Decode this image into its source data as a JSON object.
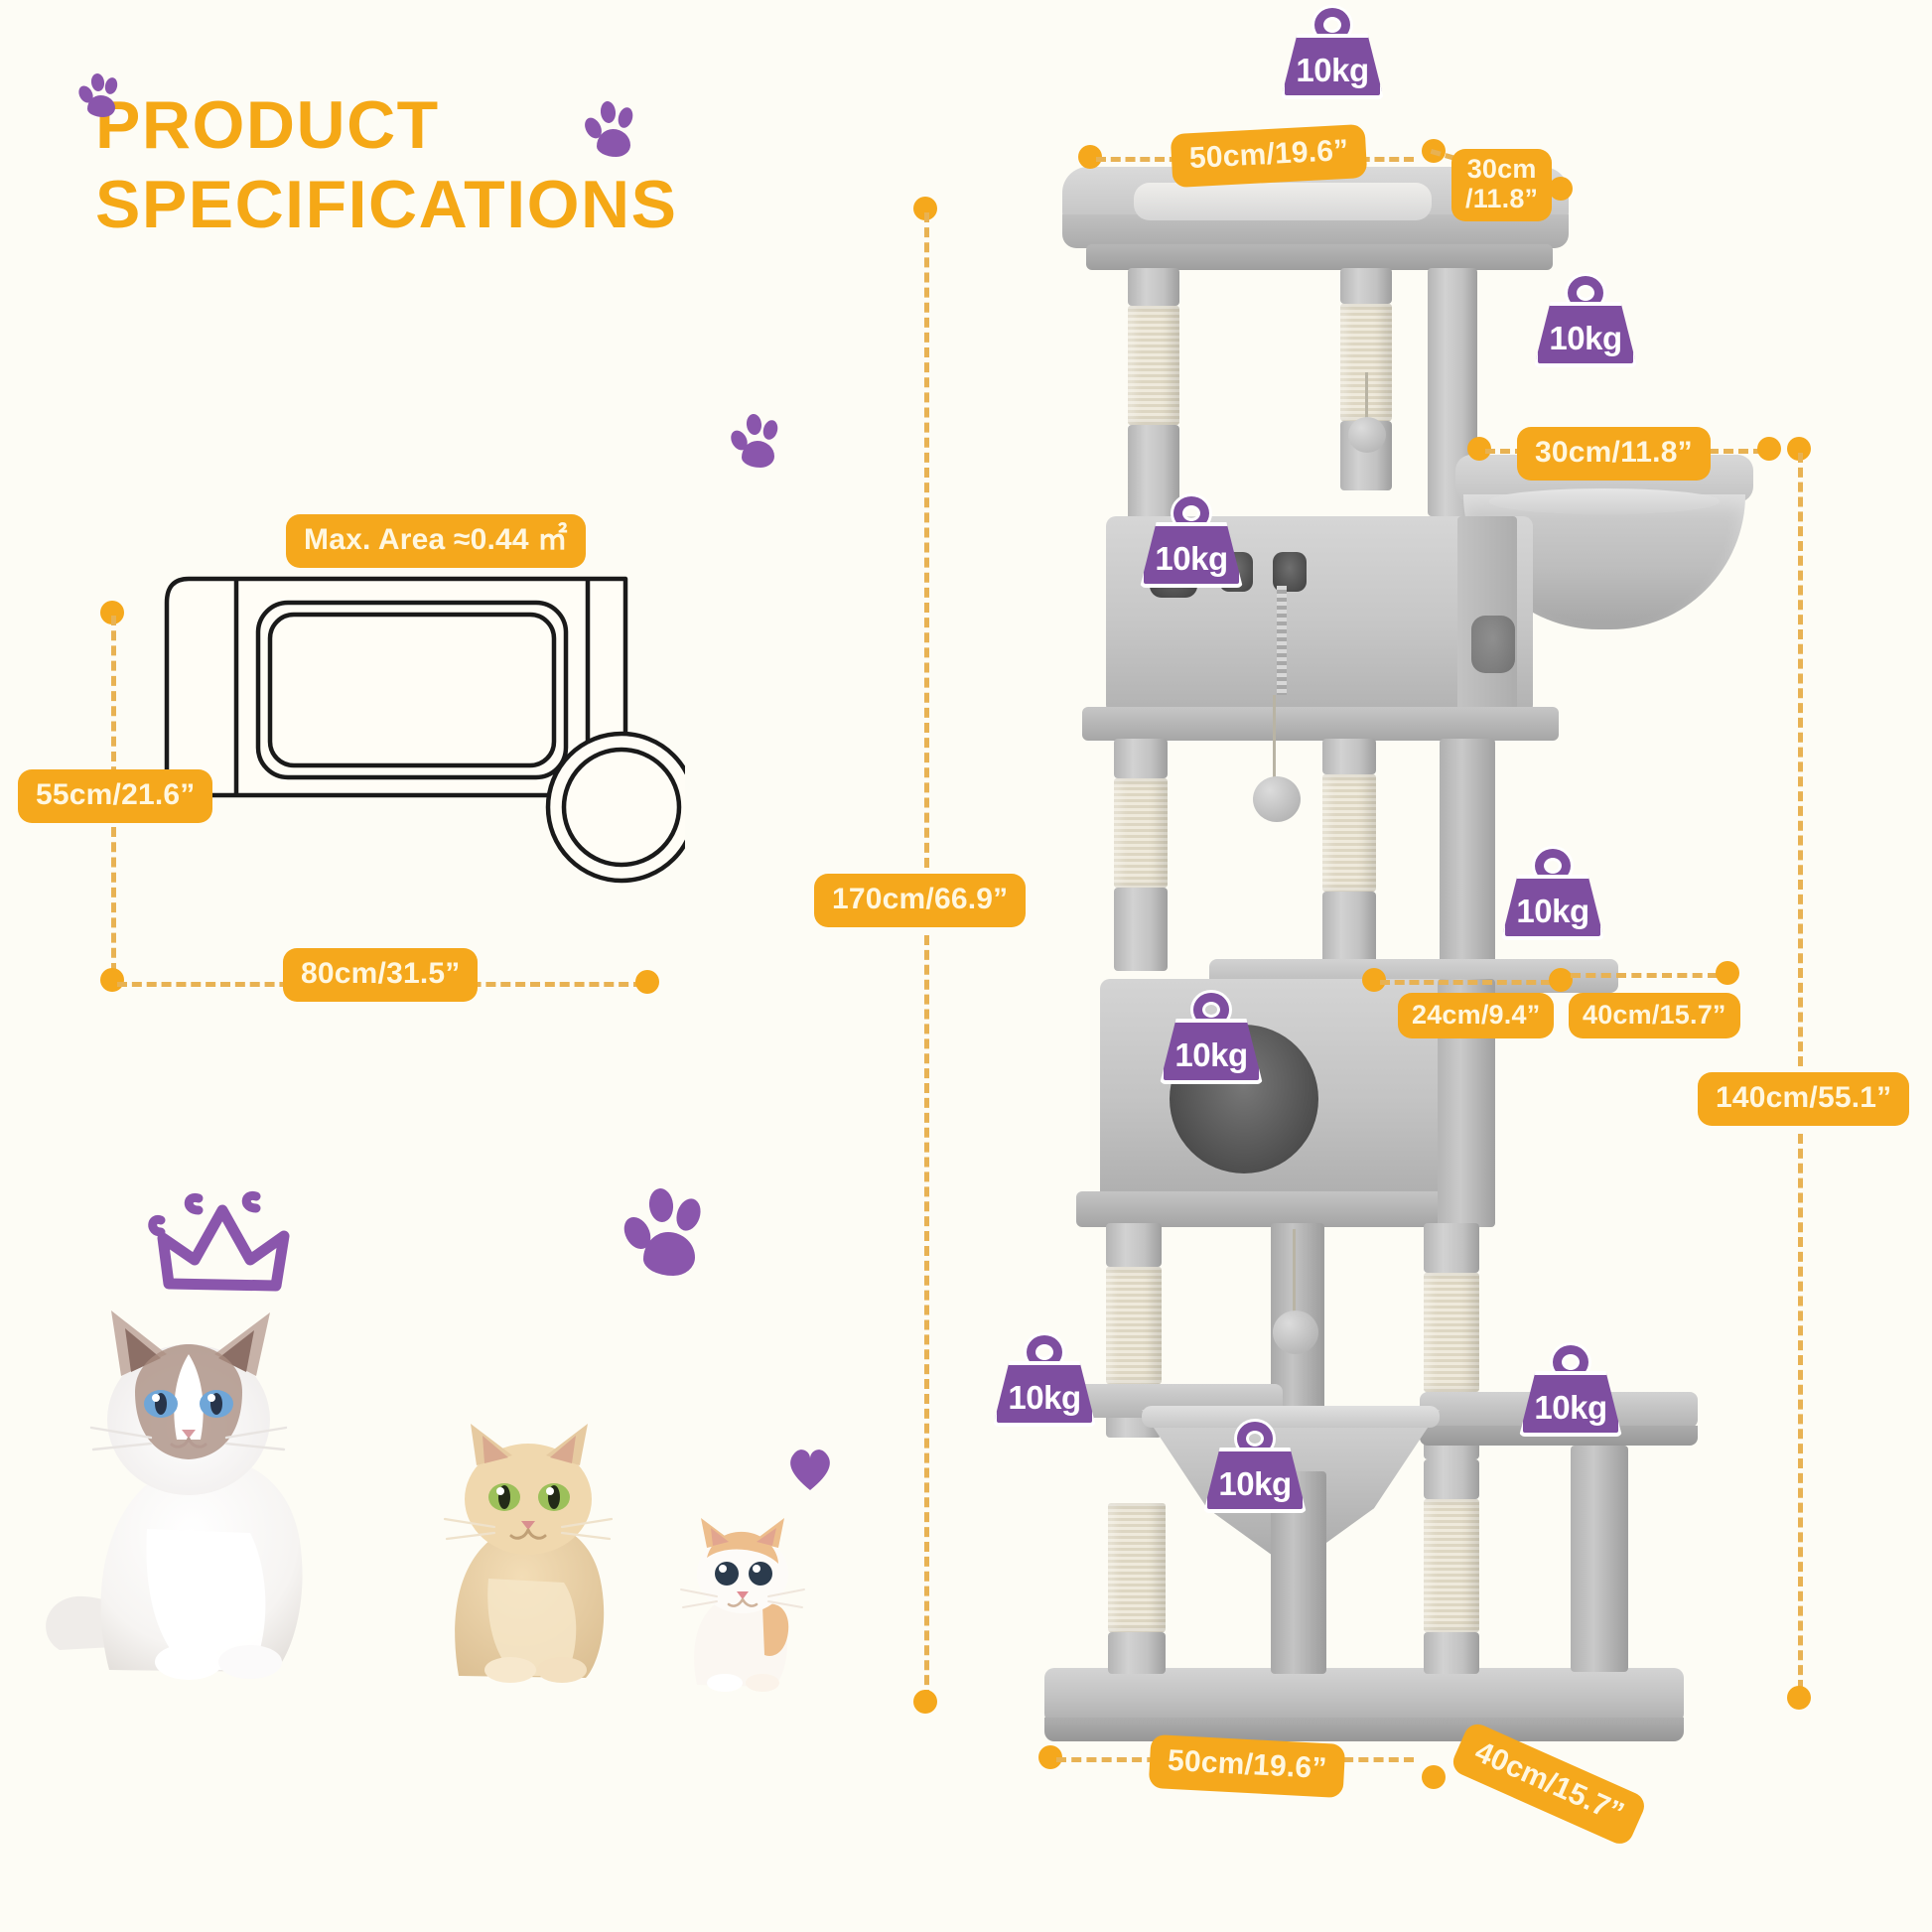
{
  "page": {
    "title_line1": "PRODUCT",
    "title_line2": "SPECIFICATIONS",
    "title_text": "PRODUCT\nSPECIFICATIONS",
    "background_color": "#fdfcf5",
    "accent_orange": "#F5A81C",
    "accent_purple": "#7E4EA0"
  },
  "footprint_diagram": {
    "area_label": "Max. Area ≈0.44 ㎡",
    "depth_label": "55cm/21.6”",
    "width_label": "80cm/31.5”"
  },
  "tree_dimensions": {
    "top_platform_width": "50cm/19.6”",
    "top_platform_depth": "30cm\n/11.8”",
    "basket_diameter": "30cm/11.8”",
    "total_height": "170cm/66.9”",
    "mid_shelf_a": "24cm/9.4”",
    "mid_shelf_b": "40cm/15.7”",
    "right_height": "140cm/55.1”",
    "base_width": "50cm/19.6”",
    "base_depth": "40cm/15.7”"
  },
  "weight_badges": [
    {
      "id": "top-platform",
      "label": "10kg"
    },
    {
      "id": "hanging-basket",
      "label": "10kg"
    },
    {
      "id": "upper-condo",
      "label": "10kg"
    },
    {
      "id": "mid-shelf",
      "label": "10kg"
    },
    {
      "id": "lower-condo",
      "label": "10kg"
    },
    {
      "id": "left-perch",
      "label": "10kg"
    },
    {
      "id": "right-perch",
      "label": "10kg"
    },
    {
      "id": "hammock",
      "label": "10kg"
    }
  ],
  "decorations": {
    "paw_count": 4,
    "crown": "crown-doodle",
    "heart": "heart-doodle",
    "cats": [
      "ragdoll-cat",
      "british-shorthair-cat",
      "kitten"
    ]
  }
}
